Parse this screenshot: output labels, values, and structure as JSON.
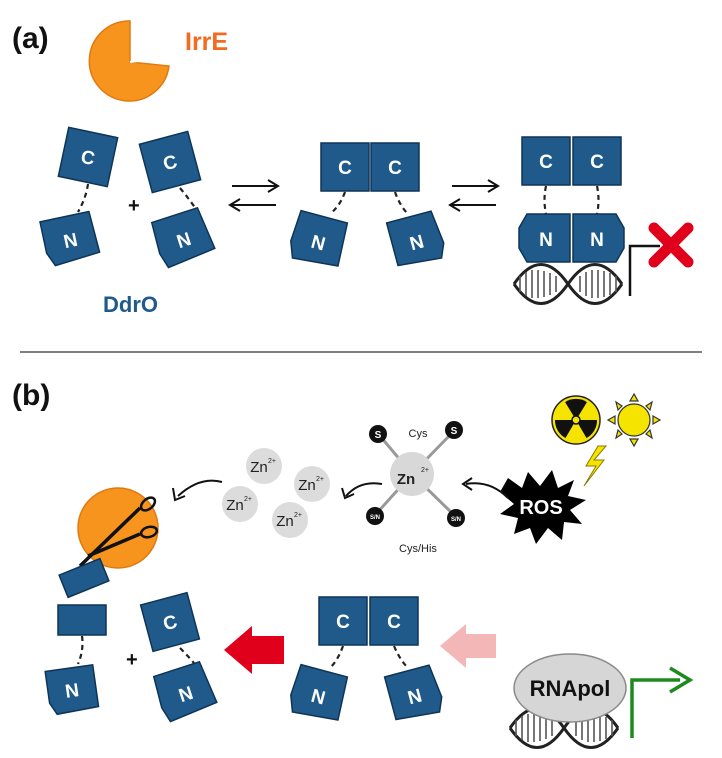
{
  "panel_a": {
    "label": "(a)",
    "irre_label": "IrrE",
    "ddro_label": "DdrO",
    "c_letter": "C",
    "n_letter": "N",
    "plus": "+"
  },
  "panel_b": {
    "label": "(b)",
    "cys_label": "Cys",
    "cys_his_label": "Cys/His",
    "s_letter": "S",
    "sn_letter": "S/N",
    "zn": "Zn",
    "zn_charge": "2+",
    "ros_label": "ROS",
    "rnapol_label": "RNApol",
    "c_letter": "C",
    "n_letter": "N",
    "plus": "+"
  },
  "colors": {
    "domain_blue": "#1f5a8a",
    "irre_orange": "#f7941d",
    "irre_text": "#f26b21",
    "ddro_text": "#1f5a8a",
    "block_red": "#e0001b",
    "cleave_red_arrow": "#e0001b",
    "pink_arrow": "#f4b7b7",
    "promoter_green": "#1e8a1e",
    "radiation_yellow": "#f5e400",
    "ros_black": "#000000"
  },
  "icons": [
    "irre-pacman-icon",
    "scissors-icon",
    "radiation-icon",
    "sun-icon",
    "lightning-icon",
    "ros-burst-icon",
    "dna-helix-icon",
    "block-x-icon",
    "promoter-arrow-icon"
  ]
}
